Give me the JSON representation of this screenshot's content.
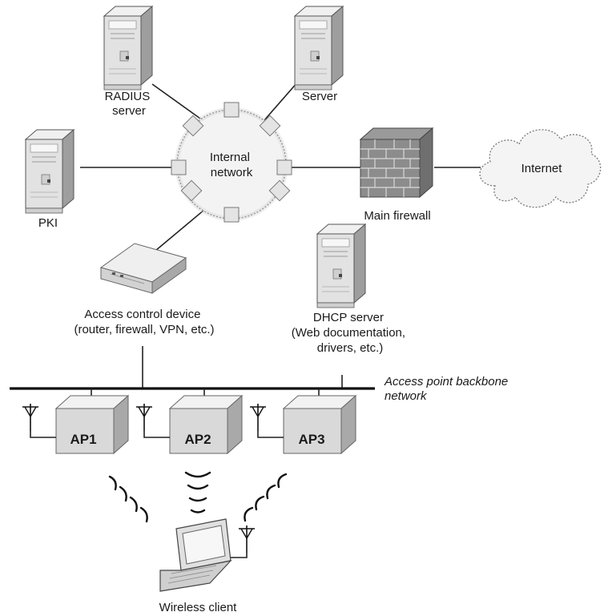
{
  "labels": {
    "radius_server": [
      "RADIUS",
      "server"
    ],
    "server": "Server",
    "internal_network": [
      "Internal",
      "network"
    ],
    "pki": "PKI",
    "main_firewall": "Main firewall",
    "internet": "Internet",
    "access_control_device": [
      "Access control device",
      "(router, firewall, VPN, etc.)"
    ],
    "dhcp_server": [
      "DHCP server",
      "(Web documentation,",
      "drivers, etc.)"
    ],
    "backbone": [
      "Access point backbone",
      "network"
    ],
    "ap1": "AP1",
    "ap2": "AP2",
    "ap3": "AP3",
    "wireless_client": "Wireless client"
  },
  "icons": {
    "server": "server-tower-icon",
    "network": "network-ring-icon",
    "firewall": "brick-wall-icon",
    "cloud": "cloud-icon",
    "router": "router-box-icon",
    "access_point": "access-point-icon",
    "antenna": "antenna-icon",
    "laptop": "laptop-icon",
    "waves": "radio-waves-icon"
  },
  "colors": {
    "line": "#222222",
    "device_fill": "#e6e6e6",
    "device_shade": "#bdbdbd",
    "device_dark": "#9a9a9a",
    "brick": "#8c8c8c"
  }
}
